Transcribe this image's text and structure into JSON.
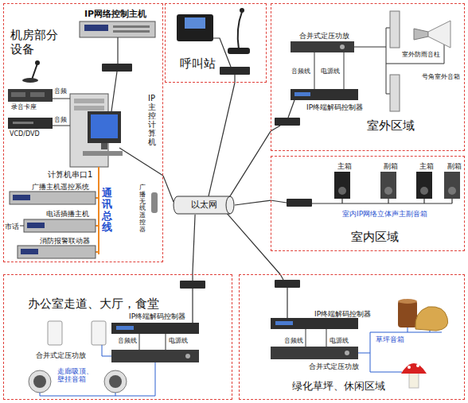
{
  "diagram": {
    "nodes": [
      {
        "text": [
          "机房部分设备"
        ]
      },
      {
        "text": [
          "呼叫站"
        ]
      },
      {
        "text": [
          "室外区域"
        ]
      },
      {
        "text": [
          "室内区域"
        ]
      },
      {
        "text": [
          "以太网"
        ]
      },
      {
        "text": [
          "办公室走道、大厅，食堂"
        ]
      },
      {
        "text": [
          "绿化草坪、休闲区域"
        ]
      }
    ],
    "edges": [
      {
        "from": 4,
        "to": 0,
        "arrow": "none"
      },
      {
        "from": 4,
        "to": 1,
        "arrow": "none"
      },
      {
        "from": 4,
        "to": 2,
        "arrow": "none"
      },
      {
        "from": 4,
        "to": 3,
        "arrow": "none"
      },
      {
        "from": 4,
        "to": 5,
        "arrow": "none"
      },
      {
        "from": 4,
        "to": 6,
        "arrow": "none"
      }
    ],
    "labels": [
      "IP网络控制主机",
      "音频",
      "录音卡座",
      "音频",
      "VCD/DVD",
      "IP主控计算机",
      "计算机串口1",
      "广播主机遥控系统",
      "通讯总线",
      "广播无线遥控器",
      "市话",
      "电话插播主机",
      "消防报警联动器",
      "合并式定压功放",
      "室外防雨音柱",
      "号角室外音箱",
      "音频线",
      "电源线",
      "IP终端解码控制器",
      "主箱",
      "副箱",
      "主箱",
      "副箱",
      "室内IP网络立体声主副音箱",
      "IP终端解码控制器",
      "音频线",
      "电源线",
      "合并式定压功放",
      "走廊吸顶、壁挂音箱",
      "IP终端解码控制器",
      "音频线",
      "电源线",
      "草坪音箱",
      "合并式定压功放"
    ]
  }
}
